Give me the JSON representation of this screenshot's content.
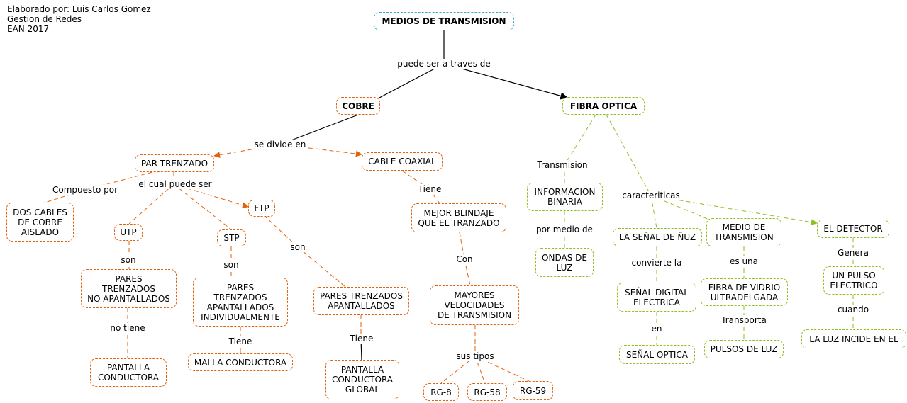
{
  "author": {
    "line1": "Elaborado por: Luis Carlos Gomez",
    "line2": "Gestion de Redes",
    "line3": "EAN 2017"
  },
  "colors": {
    "root_border": "#39a9c4",
    "copper_branch": "#e0620b",
    "fiber_branch": "#8cbf1f",
    "main_link": "#000000"
  },
  "nodes": {
    "medios": "MEDIOS DE TRANSMISION",
    "cobre": "COBRE",
    "fibra": "FIBRA OPTICA",
    "par_trenzado": "PAR TRENZADO",
    "cable_coaxial": "CABLE COAXIAL",
    "dos_cables": "DOS CABLES\nDE COBRE\nAISLADO",
    "utp": "UTP",
    "stp": "STP",
    "ftp": "FTP",
    "pares_no_apant": "PARES\nTRENZADOS\nNO APANTALLADOS",
    "pares_apant_ind": "PARES\nTRENZADOS\nAPANTALLADOS\nINDIVIDUALMENTE",
    "pares_apant": "PARES TRENZADOS\nAPANTALLADOS",
    "pantalla_conductora": "PANTALLA\nCONDUCTORA",
    "malla_conductora": "MALLA CONDUCTORA",
    "pantalla_global": "PANTALLA\nCONDUCTORA\nGLOBAL",
    "mejor_blindaje": "MEJOR BLINDAJE\nQUE EL TRANZADO",
    "mayores_vel": "MAYORES\nVELOCIDADES\nDE TRANSMISION",
    "rg8": "RG-8",
    "rg58": "RG-58",
    "rg59": "RG-59",
    "info_binaria": "INFORMACION\nBINARIA",
    "ondas_luz": "ONDAS DE\nLUZ",
    "senal_luz": "LA SEÑAL DE ÑUZ",
    "medio_trans": "MEDIO DE\nTRANSMISION",
    "el_detector": "EL DETECTOR",
    "senal_digital": "SEÑAL DIGITAL\nELECTRICA",
    "senal_optica": "SEÑAL OPTICA",
    "fibra_vidrio": "FIBRA DE VIDRIO\nULTRADELGADA",
    "pulsos_luz": "PULSOS DE LUZ",
    "pulso_electrico": "UN PULSO\nELECTRICO",
    "luz_incide": "LA LUZ INCIDE EN EL"
  },
  "labels": {
    "puede_ser": "puede ser a traves de",
    "se_divide": "se divide en",
    "compuesto": "Compuesto por",
    "cual_puede": "el cual puede ser",
    "son_utp": "son",
    "son_stp": "son",
    "son_ftp": "son",
    "no_tiene": "no tiene",
    "tiene_stp": "Tiene",
    "tiene_ftp": "Tiene",
    "tiene_coax": "Tiene",
    "con": "Con",
    "sus_tipos": "sus tipos",
    "transmision": "Transmision",
    "por_medio": "por medio de",
    "caracteristicas": "caracteriticas",
    "convierte": "convierte la",
    "en": "en",
    "es_una": "es una",
    "transporta": "Transporta",
    "genera": "Genera",
    "cuando": "cuando"
  }
}
